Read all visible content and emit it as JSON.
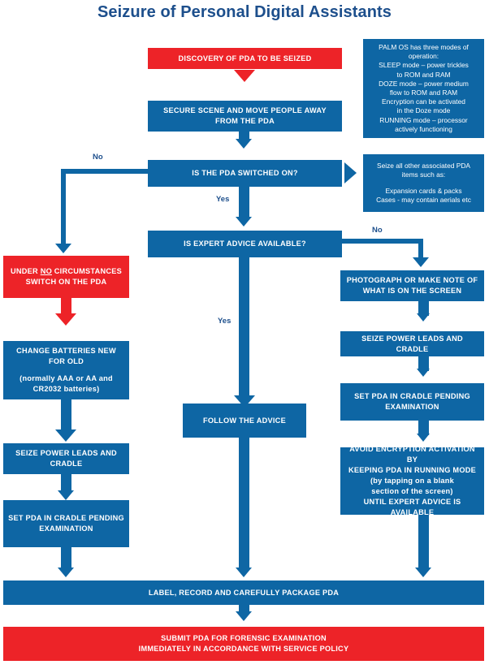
{
  "document": {
    "title": "Seizure of Personal Digital Assistants"
  },
  "nodes": {
    "discovery": "DISCOVERY OF PDA TO BE SEIZED",
    "secure_scene": "SECURE SCENE AND MOVE PEOPLE AWAY FROM THE PDA",
    "is_switched_on": "IS THE PDA SWITCHED ON?",
    "is_expert_advice": "IS EXPERT ADVICE AVAILABLE?",
    "under_no_circumstances_1": "UNDER ",
    "under_no_circumstances_no": "NO",
    "under_no_circumstances_2": " CIRCUMSTANCES SWITCH ON THE PDA",
    "change_batteries_main": "CHANGE BATTERIES NEW FOR OLD",
    "change_batteries_sub": "(normally AAA or AA and CR2032 batteries)",
    "seize_power_leads_left": "SEIZE POWER LEADS AND CRADLE",
    "set_pda_cradle_left": "SET PDA IN CRADLE PENDING EXAMINATION",
    "follow_the_advice": "FOLLOW THE ADVICE",
    "photograph": "PHOTOGRAPH OR MAKE NOTE OF WHAT IS ON THE SCREEN",
    "seize_power_leads_right": "SEIZE POWER LEADS AND CRADLE",
    "set_pda_cradle_right": "SET PDA IN CRADLE PENDING EXAMINATION",
    "avoid_encryption_l1": "AVOID ENCRYPTION ACTIVATION BY",
    "avoid_encryption_l2": "KEEPING PDA IN RUNNING MODE",
    "avoid_encryption_l3": "(by tapping on a blank",
    "avoid_encryption_l4": "section of the screen)",
    "avoid_encryption_l5": "UNTIL EXPERT ADVICE IS AVAILABLE",
    "label_record": "LABEL, RECORD AND CAREFULLY PACKAGE PDA",
    "submit_pda_l1": "SUBMIT PDA FOR FORENSIC EXAMINATION",
    "submit_pda_l2": "IMMEDIATELY IN ACCORDANCE WITH SERVICE POLICY"
  },
  "notes": {
    "palm_os": {
      "l1": "PALM OS has three modes of",
      "l2": "operation:",
      "l3": "SLEEP mode – power trickles",
      "l4": "to ROM and RAM",
      "l5": "DOZE mode – power medium",
      "l6": "flow to ROM and RAM",
      "l7": "Encryption can be activated",
      "l8": "in the Doze mode",
      "l9": "RUNNING mode – processor",
      "l10": "actively functioning"
    },
    "associated_items": {
      "l1": "Seize all other associated PDA",
      "l2": "items such as:",
      "l3": "Expansion cards & packs",
      "l4": "Cases - may contain aerials etc"
    }
  },
  "edge_labels": {
    "switched_on_no": "No",
    "switched_on_yes": "Yes",
    "expert_advice_no": "No",
    "expert_advice_yes": "Yes"
  },
  "colors": {
    "blue": "#0e66a4",
    "red": "#ed2328",
    "title_blue": "#1d4f8c",
    "background": "#ffffff",
    "text_on_fill": "#ffffff"
  }
}
